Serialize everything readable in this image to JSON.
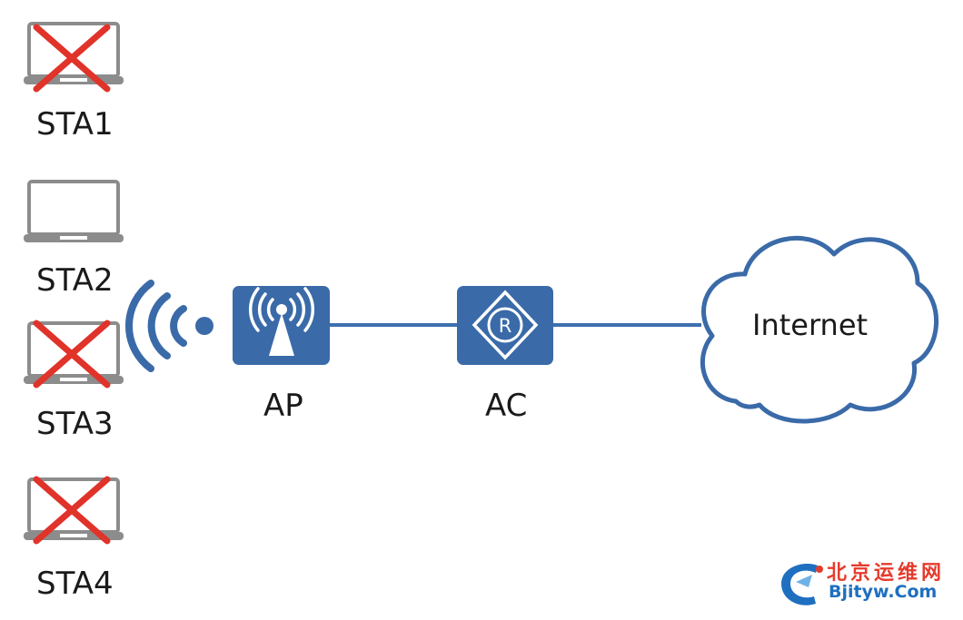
{
  "stations": [
    {
      "label": "STA1",
      "status": "disconnected"
    },
    {
      "label": "STA2",
      "status": "connected"
    },
    {
      "label": "STA3",
      "status": "disconnected"
    },
    {
      "label": "STA4",
      "status": "disconnected"
    }
  ],
  "nodes": {
    "ap": {
      "label": "AP",
      "icon": "wireless-ap-icon"
    },
    "ac": {
      "label": "AC",
      "icon": "router-icon"
    },
    "internet": {
      "label": "Internet",
      "icon": "cloud-icon"
    }
  },
  "colors": {
    "device_blue": "#3a6aa8",
    "link_blue": "#3d6fae",
    "laptop_gray": "#8c8c8c",
    "cross_red": "#e0332a",
    "text": "#1a1a1a"
  },
  "watermark": {
    "chinese": "北京运维网",
    "english": "Bjityw.Com",
    "accent_blue": "#1e6fbf",
    "accent_red": "#e53b2c"
  }
}
